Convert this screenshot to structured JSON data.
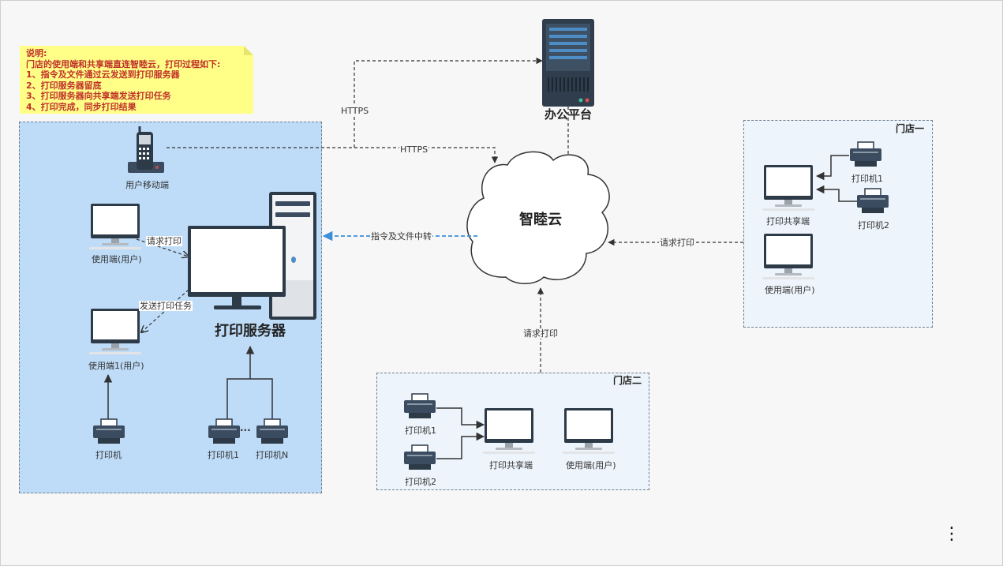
{
  "note": {
    "title": "说明:",
    "intro": "门店的使用端和共享端直连智睦云，打印过程如下:",
    "steps": [
      "1、指令及文件通过云发送到打印服务器",
      "2、打印服务器留底",
      "3、打印服务器向共享端发送打印任务",
      "4、打印完成，同步打印结果"
    ]
  },
  "office": {
    "label": "办公平台"
  },
  "cloud": {
    "label": "智睦云"
  },
  "hq": {
    "mobile_label": "用户移动端",
    "client_label": "使用端(用户)",
    "client1_label": "使用端1(用户)",
    "print_server_label": "打印服务器",
    "printer_label": "打印机",
    "printer1_label": "打印机1",
    "printerN_label": "打印机N",
    "ellipsis": "···"
  },
  "store1": {
    "title": "门店一",
    "share_label": "打印共享端",
    "printer1_label": "打印机1",
    "printer2_label": "打印机2",
    "client_label": "使用端(用户)"
  },
  "store2": {
    "title": "门店二",
    "printer1_label": "打印机1",
    "printer2_label": "打印机2",
    "share_label": "打印共享端",
    "client_label": "使用端(用户)"
  },
  "edges": {
    "https_top": "HTTPS",
    "https_mid": "HTTPS",
    "cmd_transfer": "指令及文件中转",
    "req_print_hq": "请求打印",
    "send_task": "发送打印任务",
    "req_print_store1": "请求打印",
    "req_print_store2": "请求打印"
  },
  "more_dots": "⋮"
}
